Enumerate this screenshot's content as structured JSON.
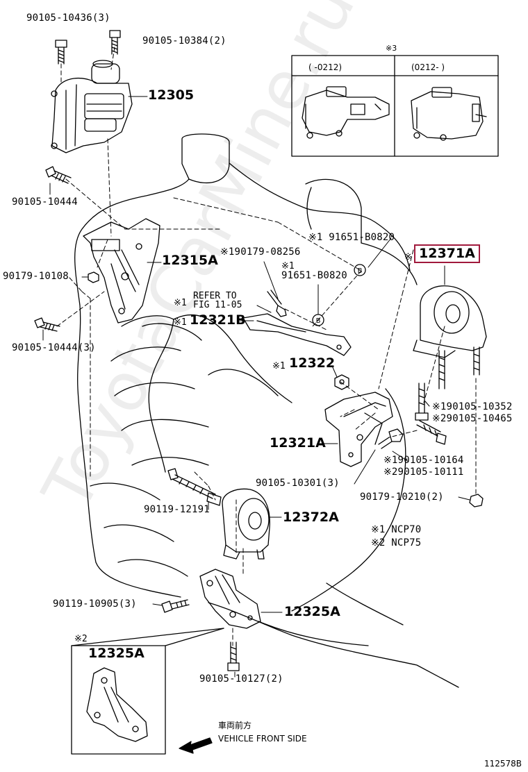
{
  "watermark": "ToyotaCarMine.ru",
  "inset_top": {
    "marker": "※3",
    "left_header": "(      -0212)",
    "right_header": "(0212-       )"
  },
  "labels": {
    "p90105_10436": "90105-10436(3)",
    "p90105_10384": "90105-10384(2)",
    "p12305": "12305",
    "p90105_10444_a": "90105-10444",
    "p12315A": "12315A",
    "p90179_10108": "90179-10108",
    "p90105_10444_b": "90105-10444(3)",
    "p91651_B0820_a": "※1 91651-B0820",
    "p90179_08256": "※190179-08256",
    "p91651_B0820_b_mark": "※1",
    "p91651_B0820_b": "91651-B0820",
    "refer_mark": "※1",
    "refer_line1": "REFER TO",
    "refer_line2": "FIG  11-05",
    "p12321B_mark": "※1",
    "p12321B": "12321B",
    "p12371A_mark": "※",
    "p12371A": "12371A",
    "p12322_mark": "※1",
    "p12322": "12322",
    "p90105_10352": "※190105-10352",
    "p90105_10465": "※290105-10465",
    "p12321A": "12321A",
    "p90105_10164": "※190105-10164",
    "p90105_10111": "※290105-10111",
    "p90105_10301": "90105-10301(3)",
    "p90179_10210": "90179-10210(2)",
    "p90119_12191": "90119-12191",
    "p12372A": "12372A",
    "note1": "※1 NCP70",
    "note2": "※2 NCP75",
    "p90119_10905": "90119-10905(3)",
    "p12325A": "12325A",
    "inset_bottom_mark": "※2",
    "inset_bottom_part": "12325A",
    "p90105_10127": "90105-10127(2)",
    "front_jp": "車両前方",
    "front_en": "VEHICLE FRONT SIDE",
    "diagram_id": "112578B",
    "callout_b": "B"
  },
  "colors": {
    "line": "#000000",
    "highlight": "#a0193c"
  }
}
